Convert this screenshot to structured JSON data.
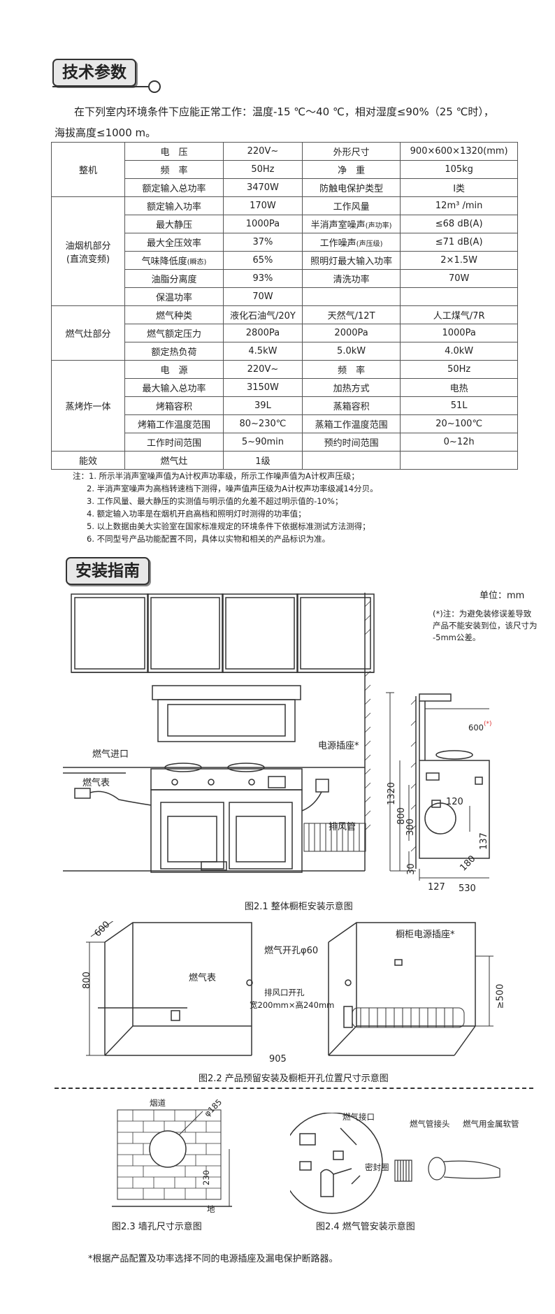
{
  "sections": {
    "tech_title": "技术参数",
    "install_title": "安装指南"
  },
  "intro": {
    "line1": "在下列室内环境条件下应能正常工作：温度-15 ℃～40 ℃，相对湿度≤90%（25 ℃时），",
    "line2": "海拔高度≤1000 m。"
  },
  "spec_table": {
    "groups": [
      {
        "name": "整机",
        "rows": [
          [
            "电　压",
            "220V~",
            "外形尺寸",
            "900×600×1320(mm)"
          ],
          [
            "频　率",
            "50Hz",
            "净　重",
            "105kg"
          ],
          [
            "额定输入总功率",
            "3470W",
            "防触电保护类型",
            "Ⅰ类"
          ]
        ]
      },
      {
        "name": "油烟机部分",
        "name2": "(直流变频)",
        "rows": [
          [
            "额定输入功率",
            "170W",
            "工作风量",
            "12m³ /min"
          ],
          [
            "最大静压",
            "1000Pa",
            "半消声室噪声(声功率)",
            "≤68  dB(A)"
          ],
          [
            "最大全压效率",
            "37%",
            "工作噪声(声压级)",
            "≤71  dB(A)"
          ],
          [
            "气味降低度(瞬态)",
            "65%",
            "照明灯最大输入功率",
            "2×1.5W"
          ],
          [
            "油脂分离度",
            "93%",
            "清洗功率",
            "70W"
          ],
          [
            "保温功率",
            "70W",
            "",
            ""
          ]
        ]
      },
      {
        "name": "燃气灶部分",
        "rows": [
          [
            "燃气种类",
            "液化石油气/20Y",
            "天然气/12T",
            "人工煤气/7R"
          ],
          [
            "燃气额定压力",
            "2800Pa",
            "2000Pa",
            "1000Pa"
          ],
          [
            "额定热负荷",
            "4.5kW",
            "5.0kW",
            "4.0kW"
          ]
        ]
      },
      {
        "name": "蒸烤炸一体",
        "rows": [
          [
            "电　源",
            "220V~",
            "频　率",
            "50Hz"
          ],
          [
            "最大输入总功率",
            "3150W",
            "加热方式",
            "电热"
          ],
          [
            "烤箱容积",
            "39L",
            "蒸箱容积",
            "51L"
          ],
          [
            "烤箱工作温度范围",
            "80~230℃",
            "蒸箱工作温度范围",
            "20~100℃"
          ],
          [
            "工作时间范围",
            "5~90min",
            "预约时间范围",
            "0~12h"
          ]
        ]
      },
      {
        "name": "能效",
        "rows": [
          [
            "燃气灶",
            "1级",
            "",
            ""
          ]
        ]
      }
    ]
  },
  "notes": [
    "注：1.  所示半消声室噪声值为A计权声功率级，所示工作噪声值为A计权声压级；",
    "2.  半消声室噪声为高档转速档下测得，噪声值声压级为A计权声功率级减14分贝。",
    "3.  工作风量、最大静压的实测值与明示值的允差不超过明示值的-10%；",
    "4.  额定输入功率是在烟机开启高档和照明灯时测得的功率值；",
    "5.  以上数据由美大实验室在国家标准规定的环境条件下依据标准测试方法测得；",
    "6.  不同型号产品功能配置不同，具体以实物和相关的产品标识为准。"
  ],
  "fig1": {
    "unit": "单位：mm",
    "note": [
      "(*)注：为避免装修误差导致",
      "产品不能安装到位，该尺寸为",
      "-5mm公差。"
    ],
    "gas_inlet": "燃气进口",
    "gas_meter": "燃气表",
    "power_socket": "电源插座*",
    "exhaust_pipe": "排风管",
    "dims": {
      "h1320": "1320",
      "h800": "800",
      "h300": "300",
      "h30": "30",
      "w600": "600",
      "star": "(*)",
      "d120": "120",
      "d137": "137",
      "d180": "180",
      "d127": "127",
      "d530": "530"
    },
    "caption": "图2.1  整体橱柜安装示意图"
  },
  "fig2": {
    "d600": "600",
    "d800": "800",
    "gas_hole": "燃气开孔φ60",
    "gas_meter": "燃气表",
    "exhaust_hole_1": "排风口开孔",
    "exhaust_hole_2": "宽200mm×高240mm",
    "cabinet_socket": "橱柜电源插座*",
    "d500": "≥500",
    "d905": "905",
    "caption": "图2.2  产品预留安装及橱柜开孔位置尺寸示意图"
  },
  "fig3": {
    "flue": "烟道",
    "d185": "φ185",
    "d230": "230",
    "ground": "地",
    "caption": "图2.3 墙孔尺寸示意图"
  },
  "fig4": {
    "gas_port": "燃气接口",
    "seal": "密封圈",
    "pipe_joint": "燃气管接头",
    "metal_hose": "燃气用金属软管",
    "caption": "图2.4 燃气管安装示意图"
  },
  "footnote": "*根据产品配置及功率选择不同的电源插座及漏电保护断路器。"
}
